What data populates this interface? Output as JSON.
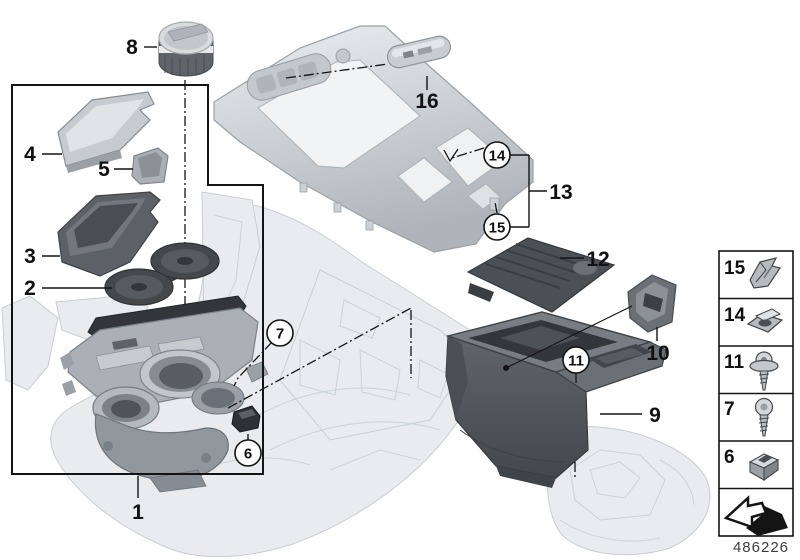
{
  "diagram": {
    "doc_number": "486226",
    "callouts": {
      "n1": "1",
      "n2": "2",
      "n3": "3",
      "n4": "4",
      "n5": "5",
      "n6": "6",
      "n7": "7",
      "n8": "8",
      "n9": "9",
      "n10": "10",
      "n11": "11",
      "n12": "12",
      "n13": "13",
      "n14": "14",
      "n15": "15",
      "n16": "16"
    },
    "legend": {
      "items": [
        {
          "label": "15",
          "icon": "spring-clip-icon"
        },
        {
          "label": "14",
          "icon": "cage-nut-icon"
        },
        {
          "label": "11",
          "icon": "screw-with-washer-icon"
        },
        {
          "label": "7",
          "icon": "tapping-screw-icon"
        },
        {
          "label": "6",
          "icon": "expansion-rivet-icon"
        },
        {
          "label": "",
          "icon": "direction-arrow-icon"
        }
      ]
    },
    "colors": {
      "line": "#141414",
      "ghost_fill": "#e9ebee",
      "ghost_stroke": "#c9ced3",
      "dark_part": "#565b61",
      "silver_part": "#d6d9dc"
    }
  }
}
